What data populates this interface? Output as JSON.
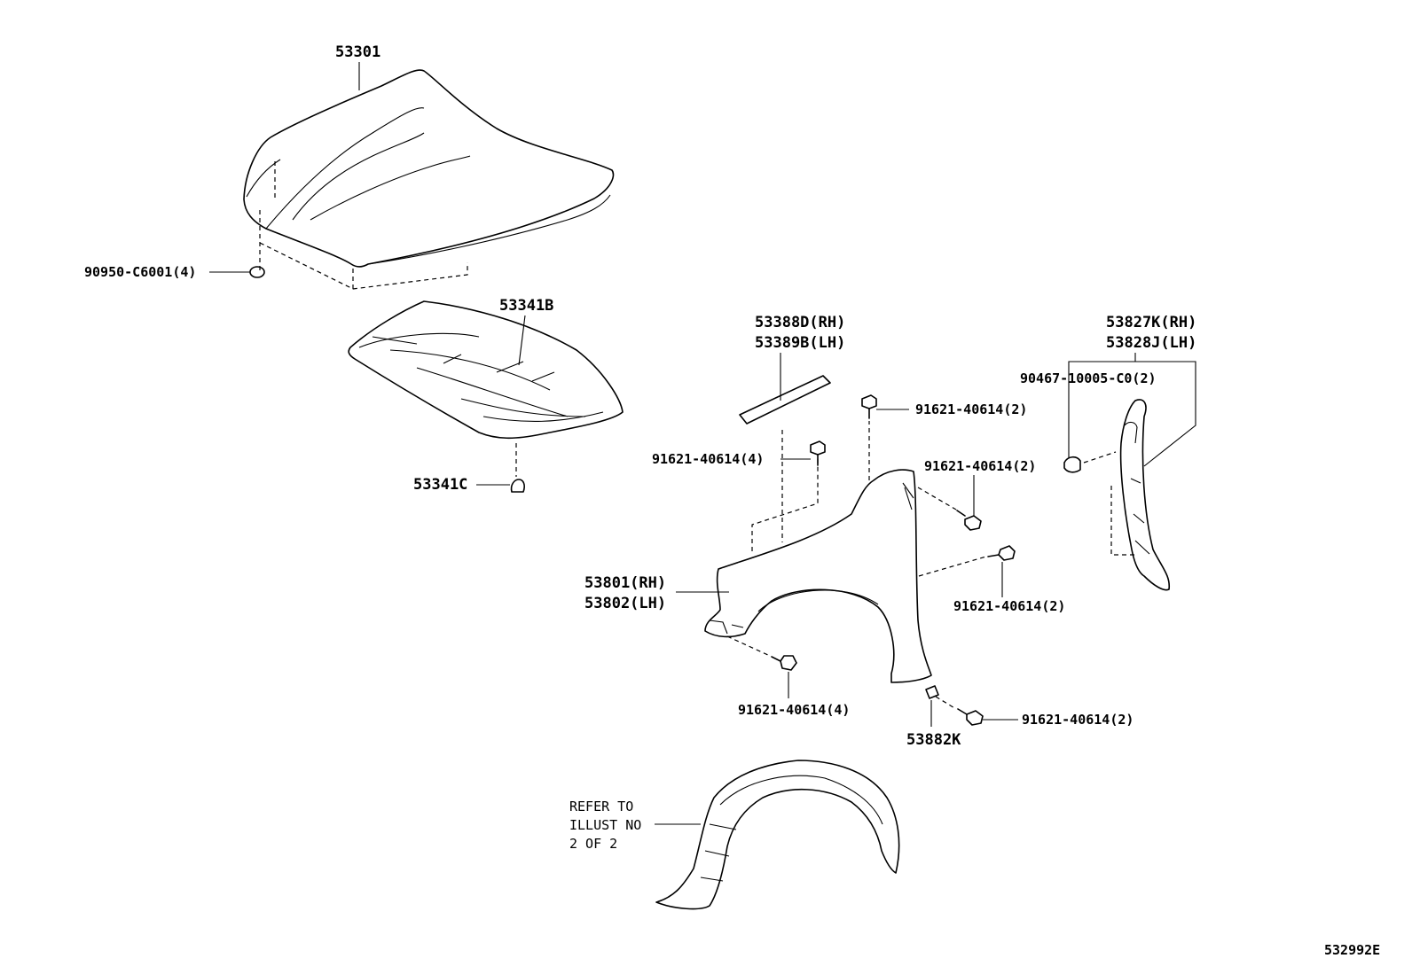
{
  "labels": {
    "hood": "53301",
    "hood_cushion": "90950-C6001(4)",
    "hood_insulator": "53341B",
    "insulator_clip": "53341C",
    "seal_rh": "53388D(RH)",
    "seal_lh": "53389B(LH)",
    "bolt_top_left": "91621-40614(4)",
    "bolt_top_center": "91621-40614(2)",
    "bolt_right_upper": "91621-40614(2)",
    "bolt_right_mid": "91621-40614(2)",
    "bolt_bottom_left": "91621-40614(4)",
    "bolt_bottom_right": "91621-40614(2)",
    "fender_rh": "53801(RH)",
    "fender_lh": "53802(LH)",
    "fender_clip": "53882K",
    "bracket_rh": "53827K(RH)",
    "bracket_lh": "53828J(LH)",
    "bracket_clip": "90467-10005-C0(2)",
    "liner_note": [
      "REFER TO",
      "ILLUST NO",
      "2 OF 2"
    ],
    "diagram_id": "532992E"
  }
}
